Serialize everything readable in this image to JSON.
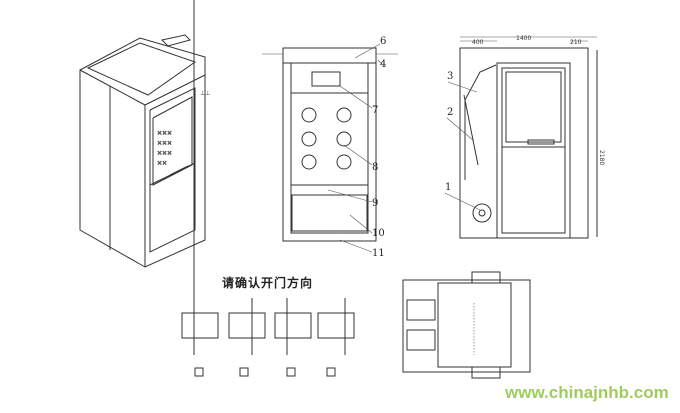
{
  "diagram": {
    "front_section": {
      "callouts": [
        "6",
        "4",
        "7",
        "8",
        "9",
        "10",
        "11"
      ]
    },
    "side_view": {
      "callouts": [
        "3",
        "2",
        "1"
      ],
      "dimensions": {
        "total_width": "1400",
        "left_offset": "400",
        "right_offset": "210",
        "height": "2180"
      }
    },
    "door_direction": {
      "title": "请确认开门方向",
      "options": 4
    },
    "watermark": "www.chinajnhb.com"
  },
  "colors": {
    "line": "#333333",
    "watermark": "#9ccf5a"
  }
}
